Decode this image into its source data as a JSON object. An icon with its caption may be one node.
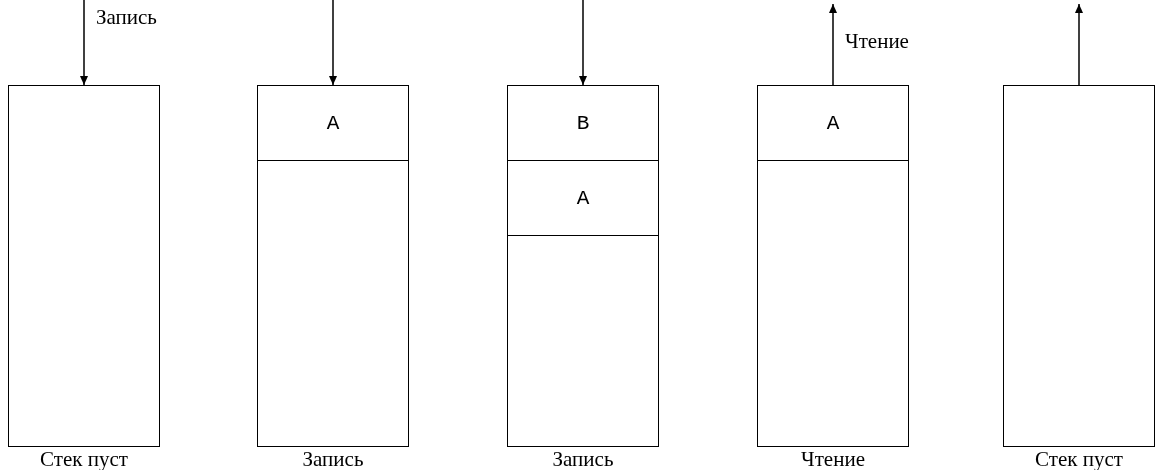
{
  "diagram": {
    "nodes": [
      {
        "text": [],
        "shape": "box",
        "beside": [
          "Стек пуст"
        ]
      },
      {
        "text": [],
        "shape": "box",
        "beside": [
          "Запись"
        ]
      },
      {
        "text": [
          "A"
        ],
        "in": 1
      },
      {
        "text": [],
        "shape": "box",
        "beside": [
          "Запись"
        ]
      },
      {
        "text": [
          "B"
        ],
        "in": 3
      },
      {
        "text": [
          "A"
        ],
        "in": 3
      },
      {
        "text": [],
        "shape": "box",
        "beside": [
          "Чтение"
        ]
      },
      {
        "text": [
          "A"
        ],
        "in": 6
      },
      {
        "text": [],
        "shape": "box",
        "beside": [
          "Стек пуст"
        ]
      }
    ],
    "edges": [
      {
        "from": null,
        "to": 0,
        "arrow": "to",
        "label": "Запись"
      },
      {
        "from": null,
        "to": 1,
        "arrow": "to"
      },
      {
        "from": null,
        "to": 3,
        "arrow": "to"
      },
      {
        "from": 6,
        "to": null,
        "arrow": "to",
        "label": "Чтение"
      },
      {
        "from": 8,
        "to": null,
        "arrow": "to"
      }
    ]
  }
}
